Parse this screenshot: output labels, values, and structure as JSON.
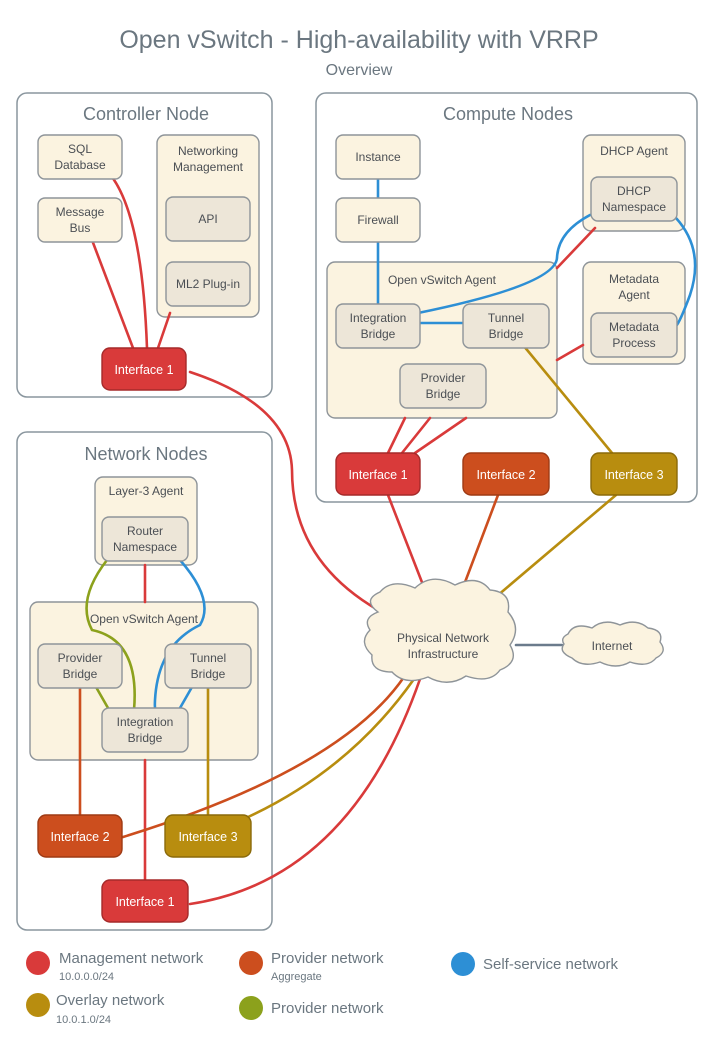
{
  "title": "Open vSwitch - High-availability with VRRP",
  "subtitle": "Overview",
  "colors": {
    "management": "#d93a3a",
    "provider_aggregate": "#cc4e1e",
    "overlay": "#b88d0f",
    "provider": "#8ca11c",
    "self_service": "#2d8fd5"
  },
  "controller": {
    "title": "Controller Node",
    "sql_line1": "SQL",
    "sql_line2": "Database",
    "msg_line1": "Message",
    "msg_line2": "Bus",
    "net_line1": "Networking",
    "net_line2": "Management",
    "api": "API",
    "ml2": "ML2 Plug-in",
    "interface1": "Interface 1"
  },
  "compute": {
    "title": "Compute Nodes",
    "instance": "Instance",
    "firewall": "Firewall",
    "ovs_agent": "Open vSwitch Agent",
    "int_line1": "Integration",
    "int_line2": "Bridge",
    "tun_line1": "Tunnel",
    "tun_line2": "Bridge",
    "prov_line1": "Provider",
    "prov_line2": "Bridge",
    "dhcp_agent": "DHCP Agent",
    "dhcp_ns_line1": "DHCP",
    "dhcp_ns_line2": "Namespace",
    "meta_line1": "Metadata",
    "meta_line2": "Agent",
    "meta_proc_line1": "Metadata",
    "meta_proc_line2": "Process",
    "interface1": "Interface 1",
    "interface2": "Interface 2",
    "interface3": "Interface 3"
  },
  "network": {
    "title": "Network Nodes",
    "l3_agent": "Layer-3 Agent",
    "router_line1": "Router",
    "router_line2": "Namespace",
    "ovs_agent": "Open vSwitch Agent",
    "prov_line1": "Provider",
    "prov_line2": "Bridge",
    "tun_line1": "Tunnel",
    "tun_line2": "Bridge",
    "int_line1": "Integration",
    "int_line2": "Bridge",
    "interface1": "Interface 1",
    "interface2": "Interface 2",
    "interface3": "Interface 3"
  },
  "physical": {
    "line1": "Physical Network",
    "line2": "Infrastructure",
    "internet": "Internet"
  },
  "legend": {
    "management": "Management network",
    "management_sub": "10.0.0.0/24",
    "provider_aggregate": "Provider network",
    "provider_aggregate_sub": "Aggregate",
    "self_service": "Self-service network",
    "overlay": "Overlay network",
    "overlay_sub": "10.0.1.0/24",
    "provider": "Provider network"
  }
}
